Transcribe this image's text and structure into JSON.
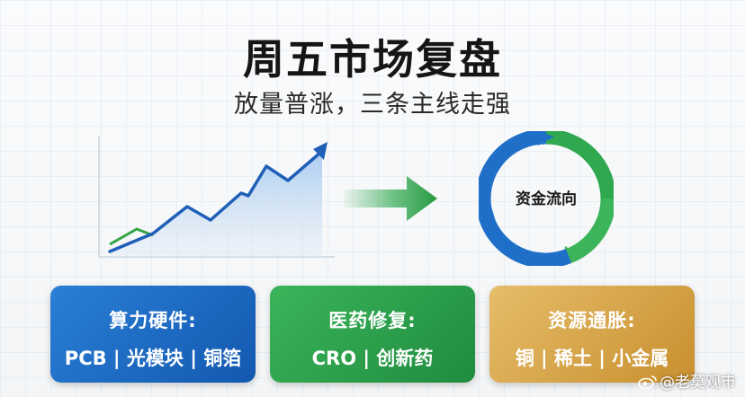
{
  "title": "周五市场复盘",
  "subtitle": "放量普涨，三条主线走强",
  "cycle_label": "资金流向",
  "cards": [
    {
      "title": "算力硬件:",
      "body": "PCB | 光模块 | 铜箔"
    },
    {
      "title": "医药修复:",
      "body": "CRO | 创新药"
    },
    {
      "title": "资源通胀:",
      "body": "铜 | 稀土 | 小金属"
    }
  ],
  "watermark": "@老莫观市",
  "colors": {
    "blue": "#1f6fc9",
    "green": "#2fa84f",
    "gold": "#d6a448"
  },
  "icons": {
    "trend": "trend-up-arrow-icon",
    "arrow": "arrow-right-icon",
    "cycle": "cycle-arrows-icon",
    "watermark": "weibo-icon"
  }
}
